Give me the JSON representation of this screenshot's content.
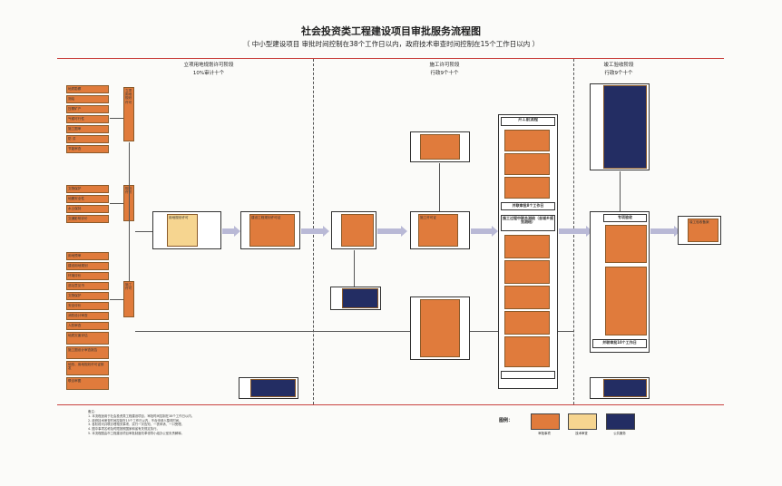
{
  "header": {
    "title": "社会投资类工程建设项目审批服务流程图",
    "subtitle": "（ 中小型建设项目    审批时间控制在38个工作日以内，政府技术审查时间控制在15个工作日以内 ）"
  },
  "stages": [
    {
      "name": "立项用地规划许可阶段",
      "days": "10%审计十个"
    },
    {
      "name": "施工许可阶段",
      "days": "行政9个十个"
    },
    {
      "name": "竣工验收阶段",
      "days": "行政9个十个"
    }
  ],
  "boxes": {
    "prep_top": [
      "地质勘察",
      "测绘",
      "压覆矿产",
      "气候可行性",
      "施工图审",
      "防 洪",
      "节能审查"
    ],
    "prep_mid": [
      "文物保护",
      "地震安全性",
      "水土保持",
      "交通影响评价"
    ],
    "prep_low": [
      "用地预审",
      "建设用地规划",
      "环境评价",
      "选址意见书",
      "文物保护",
      "安全评价",
      "消防设计审查",
      "人防审查",
      "地质灾害评估",
      "施工图设计审查报告",
      "地形、用地规划许可证核发",
      "联合审图"
    ],
    "side": [
      "立项用地规划许可",
      "规划许可",
      "施工许可"
    ],
    "main_flow": [
      "用地规划许可",
      "建设工程规划许可证",
      "施工许可证",
      "竣工验收"
    ],
    "center_group_header": "开工前流程",
    "center_group_mid": "施工过程中联合测绘（含城乡规划测绘）",
    "center_group_footer": "并联审批8个工作日",
    "right_group_header": "专项验收",
    "right_group_footer": "并联审批10个工作日",
    "final_box": "竣工验收备案"
  },
  "notes": [
    "备注：",
    "1. 本流程适用于社会投资类工程建设项目，审批时间控制在38个工作日以内。",
    "2. 政府技术审查时间控制在15个工作日以内，不含申请人整改时间。",
    "3. 各阶段可并联办理相关事项，实行一次告知、一表申请、一口受理。",
    "4. 图中事项名称及时限按照国家和省有关规定执行。",
    "5. 本流程图由市工程建设项目审批制度改革领导小组办公室负责解释。"
  ],
  "legend": {
    "label": "图例：",
    "items": [
      {
        "label": "审批事项",
        "color": "#e07b3c"
      },
      {
        "label": "技术审查",
        "color": "#f6d590"
      },
      {
        "label": "公共服务",
        "color": "#232d63"
      }
    ]
  }
}
